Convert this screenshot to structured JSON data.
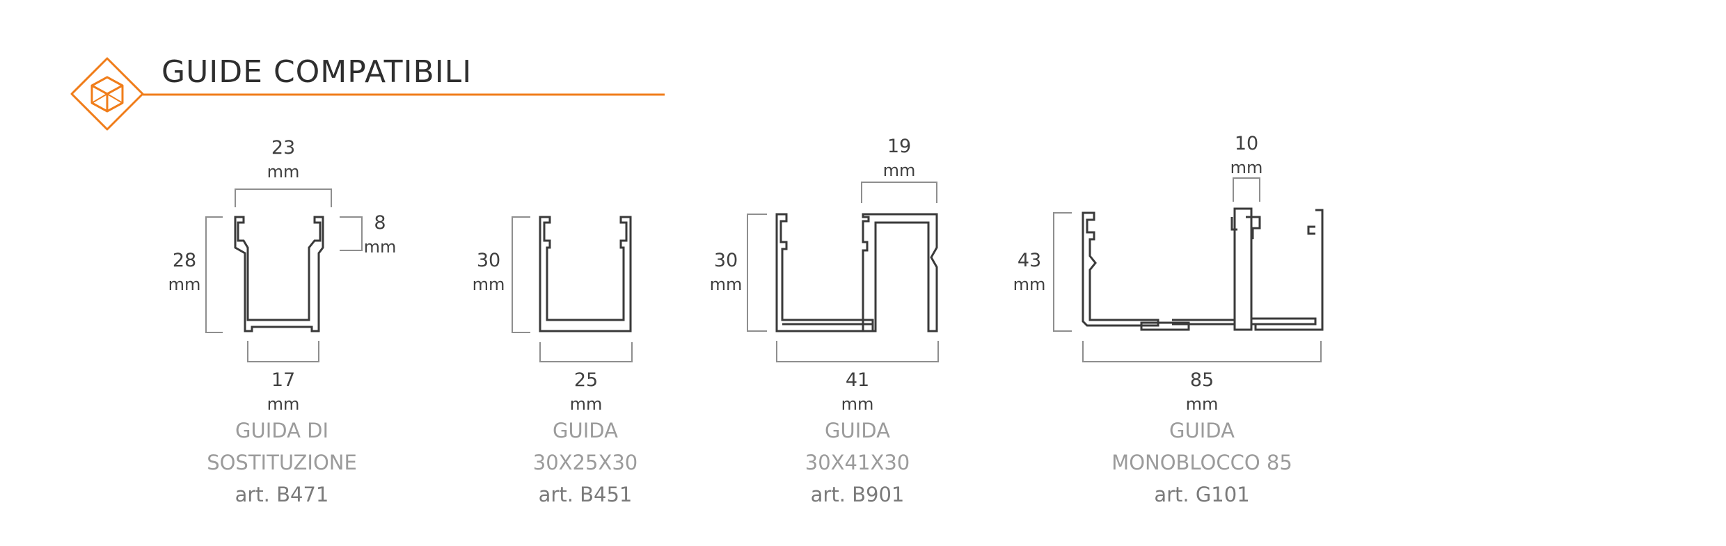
{
  "header": {
    "title": "GUIDE COMPATIBILI",
    "accent_color": "#f07d1a",
    "icon": "cube-icon"
  },
  "unit": "mm",
  "guides": [
    {
      "name_lines": [
        "GUIDA DI",
        "SOSTITUZIONE"
      ],
      "article": "art. B471",
      "dimensions": {
        "top_width": "23",
        "lip_height": "8",
        "height": "28",
        "bottom_width": "17"
      }
    },
    {
      "name_lines": [
        "GUIDA",
        "30X25X30"
      ],
      "article": "art. B451",
      "dimensions": {
        "height": "30",
        "bottom_width": "25"
      }
    },
    {
      "name_lines": [
        "GUIDA",
        "30X41X30"
      ],
      "article": "art. B901",
      "dimensions": {
        "top_width": "19",
        "height": "30",
        "bottom_width": "41"
      }
    },
    {
      "name_lines": [
        "GUIDA",
        "MONOBLOCCO 85"
      ],
      "article": "art. G101",
      "dimensions": {
        "top_width": "10",
        "height": "43",
        "bottom_width": "85"
      }
    }
  ]
}
